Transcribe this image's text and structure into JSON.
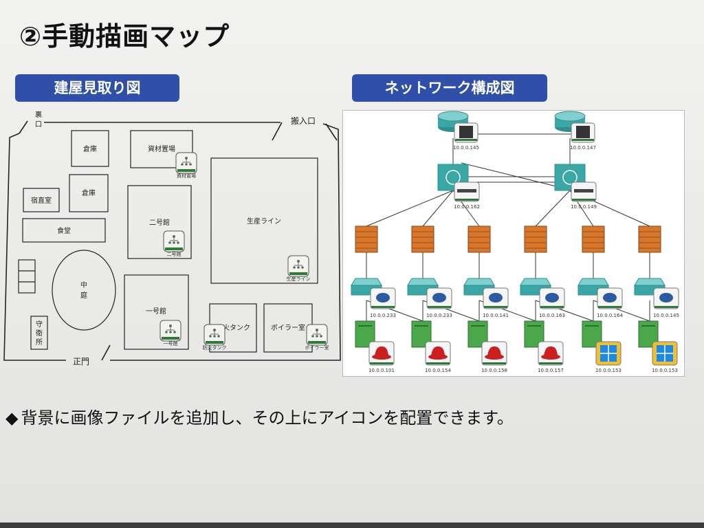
{
  "slide": {
    "title": "②手動描画マップ",
    "footer_text": "背景に画像ファイルを追加し、その上にアイコンを配置できます。",
    "footer_bullet": "◆"
  },
  "floor_plan": {
    "label": "建屋見取り図",
    "rooms": {
      "ura": "裏",
      "guchi": "口",
      "hannyu": "搬入口",
      "souko1": "倉庫",
      "souko2": "倉庫",
      "shizai": "資材置場",
      "shukuchoku": "宿直室",
      "shokudo": "食堂",
      "nigoukan": "二号館",
      "seisan": "生産ライン",
      "chu": "中",
      "tei": "庭",
      "ichigoukan": "一号館",
      "tank": "防火タンク",
      "boiler": "ボイラー室",
      "shu": "守",
      "ei": "衛",
      "sho": "所",
      "seimon": "正門"
    },
    "sensor_labels": {
      "shizai": "資材置場",
      "nigoukan": "二号館",
      "seisan": "生産ライン",
      "ichigoukan": "一号館",
      "tank": "防火タンク",
      "boiler": "ボイラー室"
    }
  },
  "network": {
    "label": "ネットワーク構成図",
    "ips": {
      "core1": "10.0.0.145",
      "core2": "10.0.0.147",
      "dist1": "10.0.0.162",
      "dist2": "10.0.0.149",
      "r1": "10.0.0.233",
      "r2": "10.0.0.233",
      "r3": "10.0.0.141",
      "r4": "10.0.0.163",
      "r5": "10.0.0.164",
      "r6": "10.0.0.145",
      "s1": "10.0.0.101",
      "s2": "10.0.0.154",
      "s3": "10.0.0.158",
      "s4": "10.0.0.157",
      "s5": "10.0.0.153",
      "s6": "10.0.0.153"
    }
  },
  "colors": {
    "label_bg": "#2f4fa8",
    "switch_teal": "#3aa7a7",
    "firewall_brick": "#d8772c",
    "server_green": "#4aa84a",
    "redhat": "#cc1f1f",
    "windows": "#1e88e5",
    "sensor_green": "#2f7a3a"
  }
}
